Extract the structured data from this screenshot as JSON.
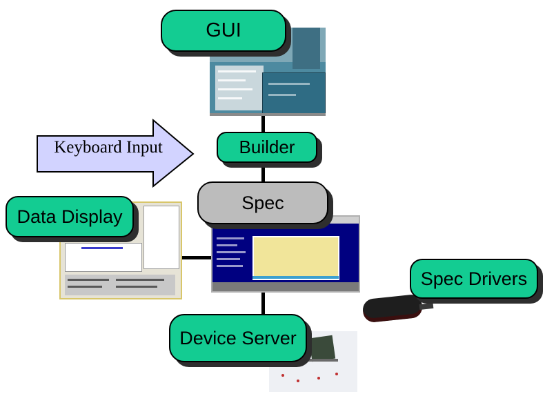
{
  "nodes": {
    "gui": "GUI",
    "builder": "Builder",
    "spec": "Spec",
    "data_display": "Data Display",
    "device_server": "Device Server",
    "spec_drivers": "Spec Drivers"
  },
  "arrow": {
    "label": "Keyboard Input"
  },
  "colors": {
    "node_fill": "#13cc92",
    "spec_fill": "#bcbcbc",
    "arrow_fill": "#d2d3ff",
    "shadow": "#2e2e2e"
  }
}
